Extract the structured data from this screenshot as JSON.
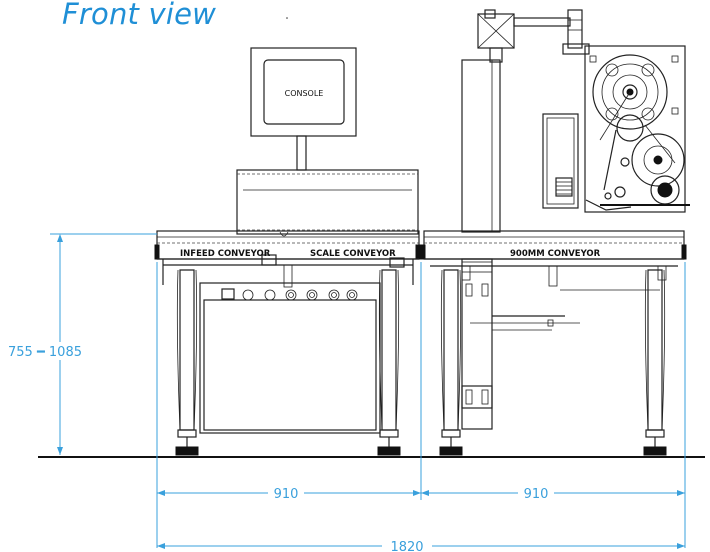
{
  "title": "Front view",
  "labels": {
    "console": "CONSOLE",
    "infeed": "INFEED CONVEYOR",
    "scale": "SCALE CONVEYOR",
    "conveyor900": "900MM CONVEYOR"
  },
  "dimensions": {
    "height_range": "755 ━ 1085",
    "width_left": "910",
    "width_right": "910",
    "width_total": "1820"
  },
  "colors": {
    "title": "#1f8fd6",
    "dimension": "#3aa0dc",
    "line": "#222222"
  }
}
